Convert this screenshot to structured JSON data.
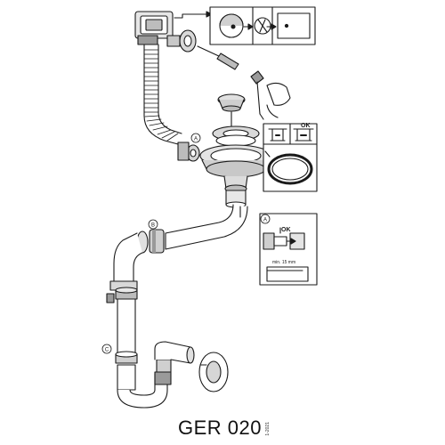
{
  "diagram": {
    "code": "GER 020",
    "tiny_side_text": "1-2021",
    "callouts": {
      "a_top": "A",
      "a_inset": "A",
      "b_elbow": "B",
      "c_trap": "C"
    },
    "inset_ok_top": "OK",
    "inset_ok_mid": "OK",
    "inset_min_text": "min. 15 mm",
    "colors": {
      "line": "#1a1a1a",
      "fill": "#ffffff",
      "shade": "#cfcfcf",
      "shade_dark": "#8a8a8a"
    }
  }
}
